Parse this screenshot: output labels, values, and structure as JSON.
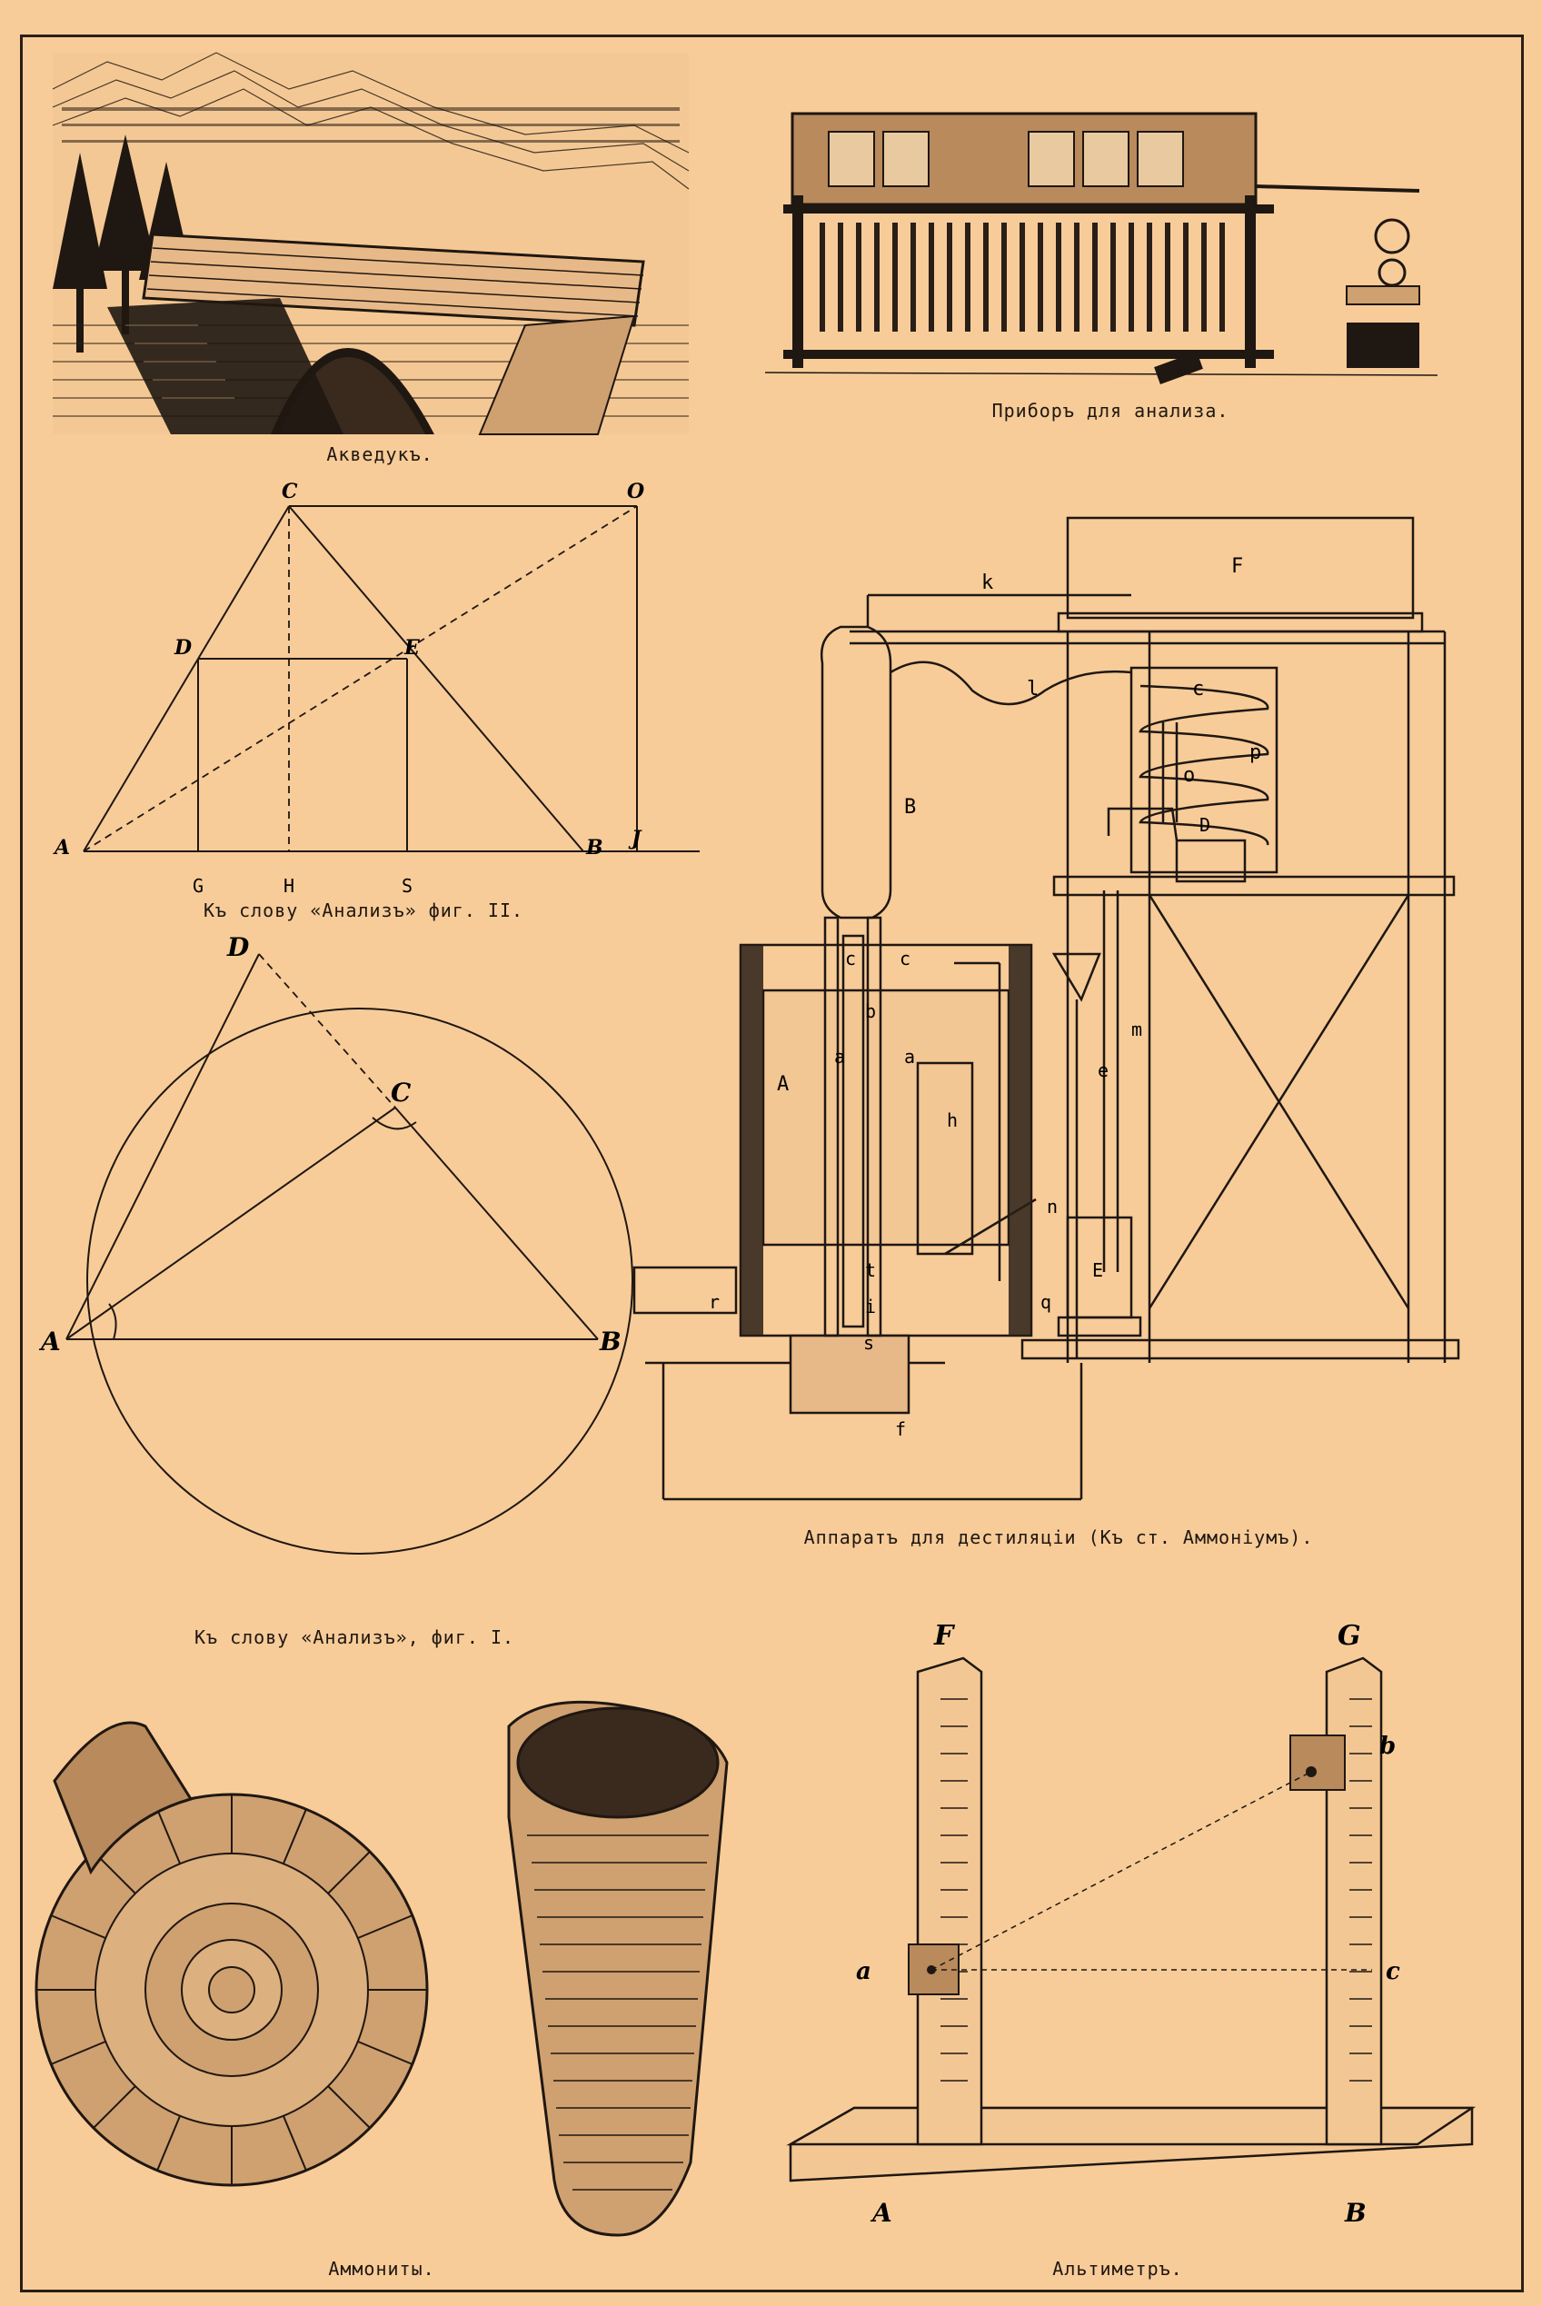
{
  "captions": {
    "aqueduct": "Акведукъ.",
    "analysis_device": "Приборъ для анализа.",
    "analysis_fig2": "Къ слову «Анализъ» фиг. II.",
    "analysis_fig1": "Къ слову «Анализъ», фиг. I.",
    "distillation": "Аппаратъ для дестиляціи (Къ ст. Аммоніумъ).",
    "ammonites": "Аммониты.",
    "altimeter": "Альтиметръ."
  },
  "fig2_labels": {
    "c": "C",
    "o": "O",
    "d": "D",
    "e": "E",
    "a": "A",
    "b": "B",
    "j": "J",
    "g": "G",
    "h": "H",
    "s": "S"
  },
  "fig1_labels": {
    "d": "D",
    "c": "C",
    "a": "A",
    "b": "B"
  },
  "distill_labels": {
    "f": "F",
    "k": "k",
    "l": "l",
    "c": "c",
    "o": "o",
    "p": "p",
    "d": "D",
    "b_col": "B",
    "a_furn": "A",
    "a1": "a",
    "a2": "a",
    "b_tube": "b",
    "c1": "c",
    "c2": "c",
    "h": "h",
    "e": "e",
    "m": "m",
    "n": "n",
    "e_vessel": "E",
    "r": "r",
    "t": "t",
    "i": "i",
    "s": "s",
    "q": "q",
    "f_bottom": "f"
  },
  "altimeter_labels": {
    "f": "F",
    "g": "G",
    "b_small": "b",
    "a_small": "a",
    "c_small": "c",
    "a_base": "A",
    "b_base": "B"
  }
}
